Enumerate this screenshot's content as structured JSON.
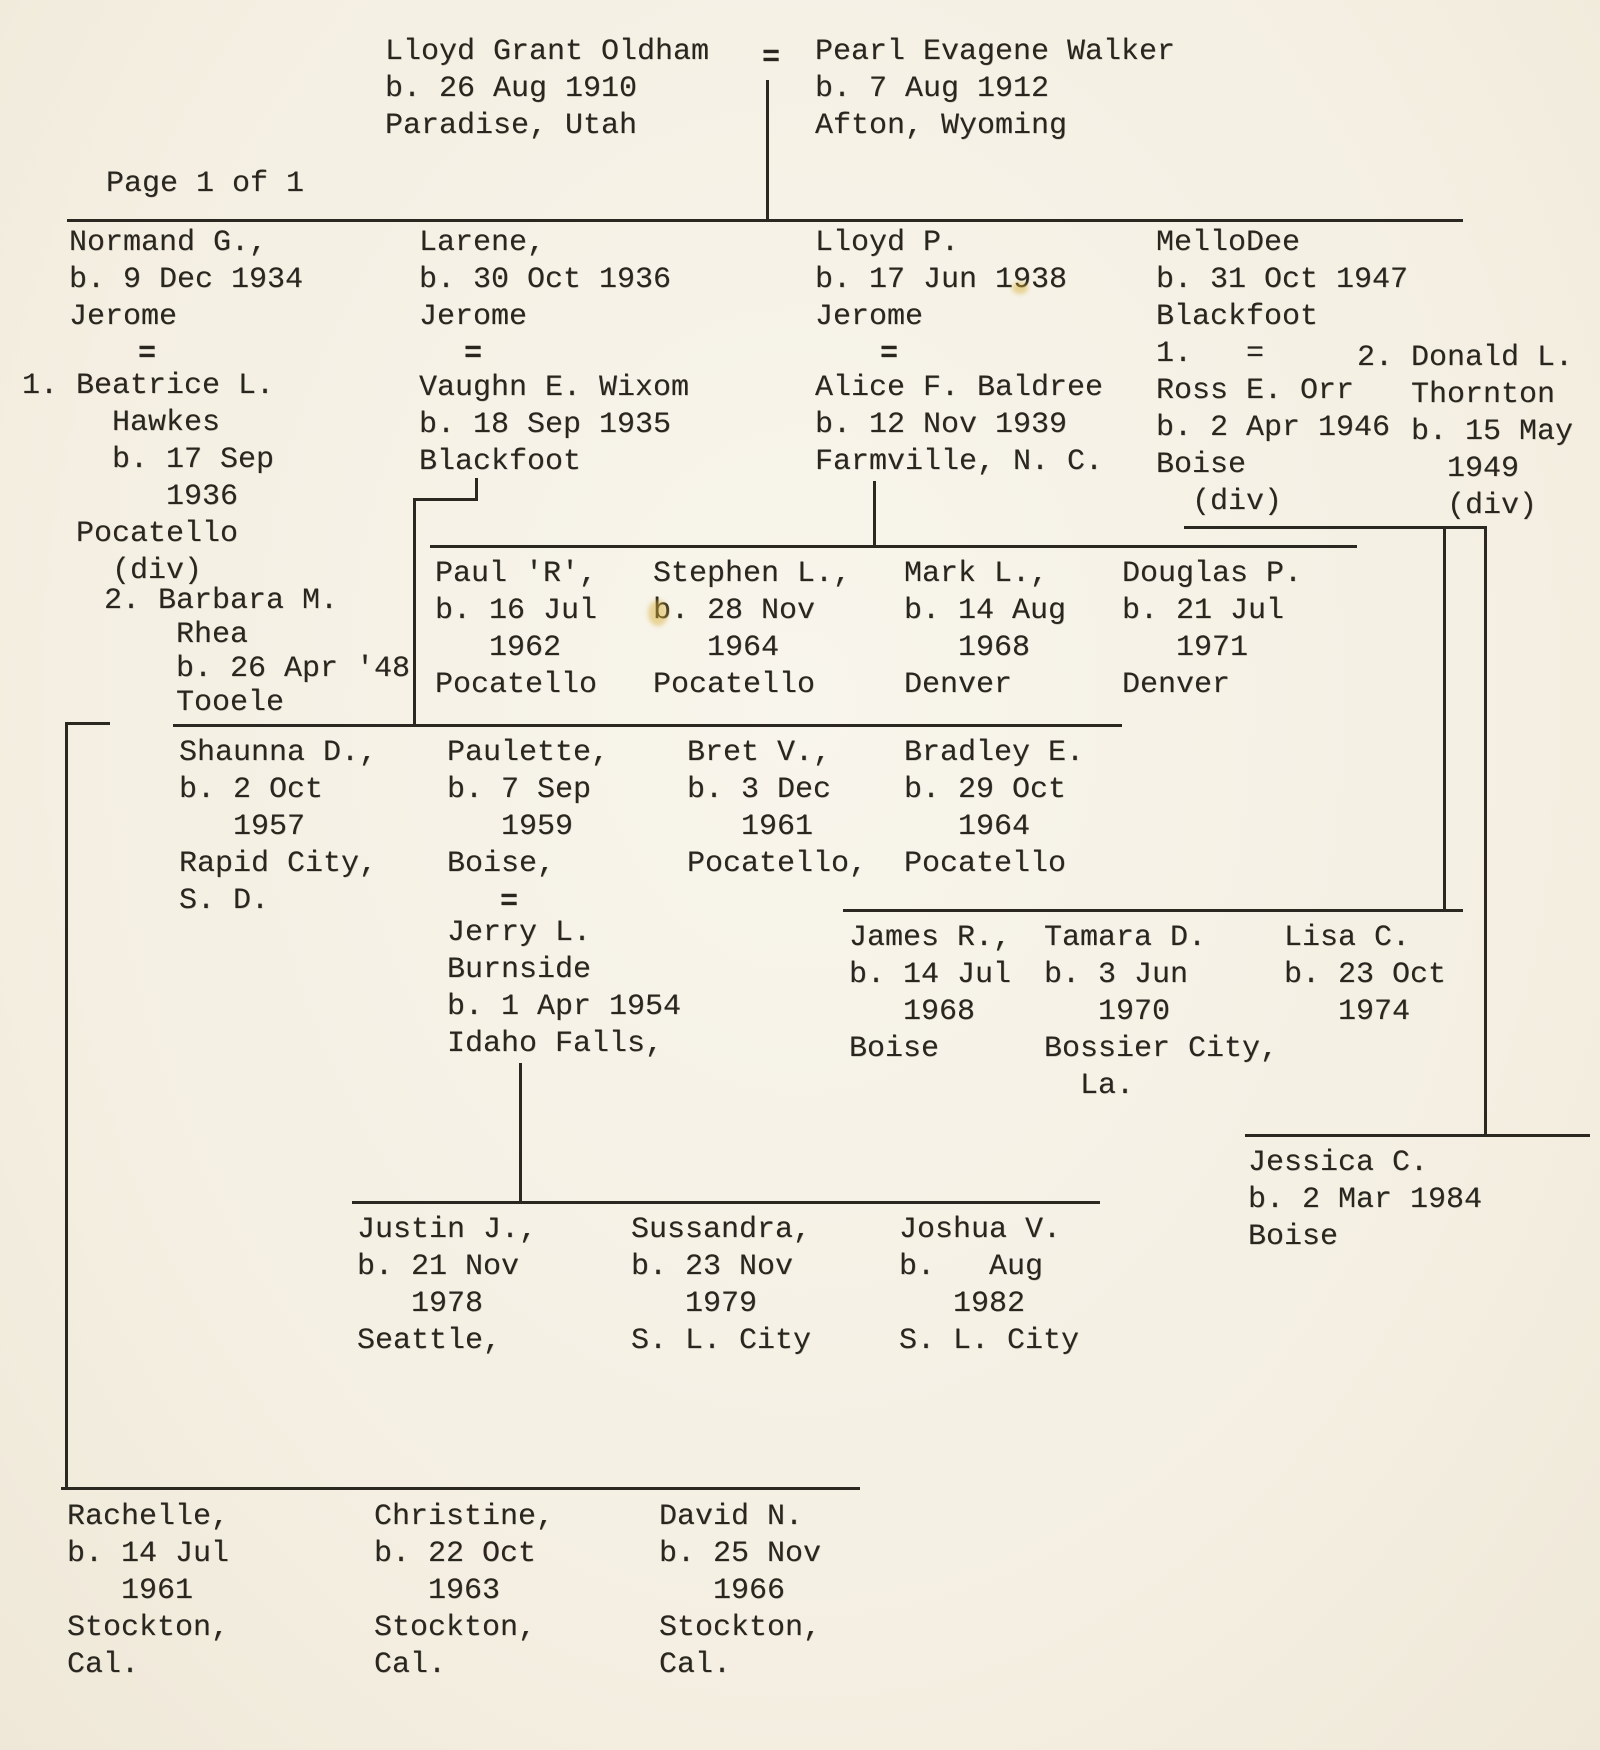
{
  "page": {
    "label": "Page 1 of 1"
  },
  "symbols": {
    "marriage": "="
  },
  "root_couple": {
    "husband": "Lloyd Grant Oldham\nb. 26 Aug 1910\nParadise, Utah",
    "wife": "Pearl Evagene Walker\nb. 7 Aug 1912\nAfton, Wyoming"
  },
  "generation2": {
    "normand": "Normand G.,\nb. 9 Dec 1934\nJerome",
    "beatrice_hawkes": "1. Beatrice L.\n     Hawkes\n     b. 17 Sep\n        1936\n   Pocatello\n     (div)",
    "barbara_rhea": "2. Barbara M.\n    Rhea\n    b. 26 Apr '48\n    Tooele",
    "larene": "Larene,\nb. 30 Oct 1936\nJerome",
    "vaughn_wixom": "Vaughn E. Wixom\nb. 18 Sep 1935\nBlackfoot",
    "lloyd_p": "Lloyd P.\nb. 17 Jun 1938\nJerome",
    "alice_baldree": "Alice F. Baldree\nb. 12 Nov 1939\nFarmville, N. C.",
    "mellodee_and_ross_orr": "MelloDee\nb. 31 Oct 1947\nBlackfoot\n1.   =\nRoss E. Orr\nb. 2 Apr 1946\nBoise\n  (div)",
    "donald_thornton": "2. Donald L.\n   Thornton\n   b. 15 May\n     1949\n     (div)"
  },
  "generation3": {
    "baldree_children": {
      "paul": "Paul 'R',\nb. 16 Jul\n   1962\nPocatello",
      "stephen": "Stephen L.,\nb. 28 Nov\n   1964\nPocatello",
      "mark": "Mark L.,\nb. 14 Aug\n   1968\nDenver",
      "douglas": "Douglas P.\nb. 21 Jul\n   1971\nDenver"
    },
    "wixom_children": {
      "shaunna": "Shaunna D.,\nb. 2 Oct\n   1957\nRapid City,\nS. D.",
      "paulette": "Paulette,\nb. 7 Sep\n   1959\nBoise,",
      "bret": "Bret V.,\nb. 3 Dec\n   1961\nPocatello,",
      "bradley": "Bradley E.\nb. 29 Oct\n   1964\nPocatello"
    },
    "paulette_spouse_jerry_burnside": "Jerry L.\nBurnside\nb. 1 Apr 1954\nIdaho Falls,",
    "orr_children": {
      "james": "James R.,\nb. 14 Jul\n   1968\nBoise",
      "tamara": "Tamara D.\nb. 3 Jun\n   1970\nBossier City,\n  La.",
      "lisa": "Lisa C.\nb. 23 Oct\n   1974"
    },
    "thornton_children": {
      "jessica": "Jessica C.\nb. 2 Mar 1984\nBoise"
    },
    "normand_children": {
      "rachelle": "Rachelle,\nb. 14 Jul\n   1961\nStockton,\nCal.",
      "christine": "Christine,\nb. 22 Oct\n   1963\nStockton,\nCal.",
      "david": "David N.\nb. 25 Nov\n   1966\nStockton,\nCal."
    }
  },
  "generation4": {
    "burnside_children": {
      "justin": "Justin J.,\nb. 21 Nov\n   1978\nSeattle,",
      "sussandra": "Sussandra,\nb. 23 Nov\n   1979\nS. L. City",
      "joshua": "Joshua V.\nb.   Aug\n   1982\nS. L. City"
    }
  }
}
